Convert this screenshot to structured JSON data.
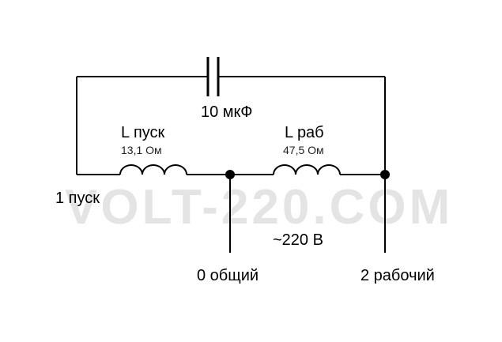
{
  "watermark": "VOLT-220.COM",
  "capacitor": {
    "label": "10 мкФ"
  },
  "coil_start": {
    "name": "L пуск",
    "resistance": "13,1 Ом"
  },
  "coil_run": {
    "name": "L раб",
    "resistance": "47,5 Ом"
  },
  "terminals": {
    "start": "1 пуск",
    "common": "0 общий",
    "run": "2 рабочий"
  },
  "supply": "~220 В",
  "colors": {
    "line": "#000000",
    "watermark": "#e4e4e4"
  }
}
